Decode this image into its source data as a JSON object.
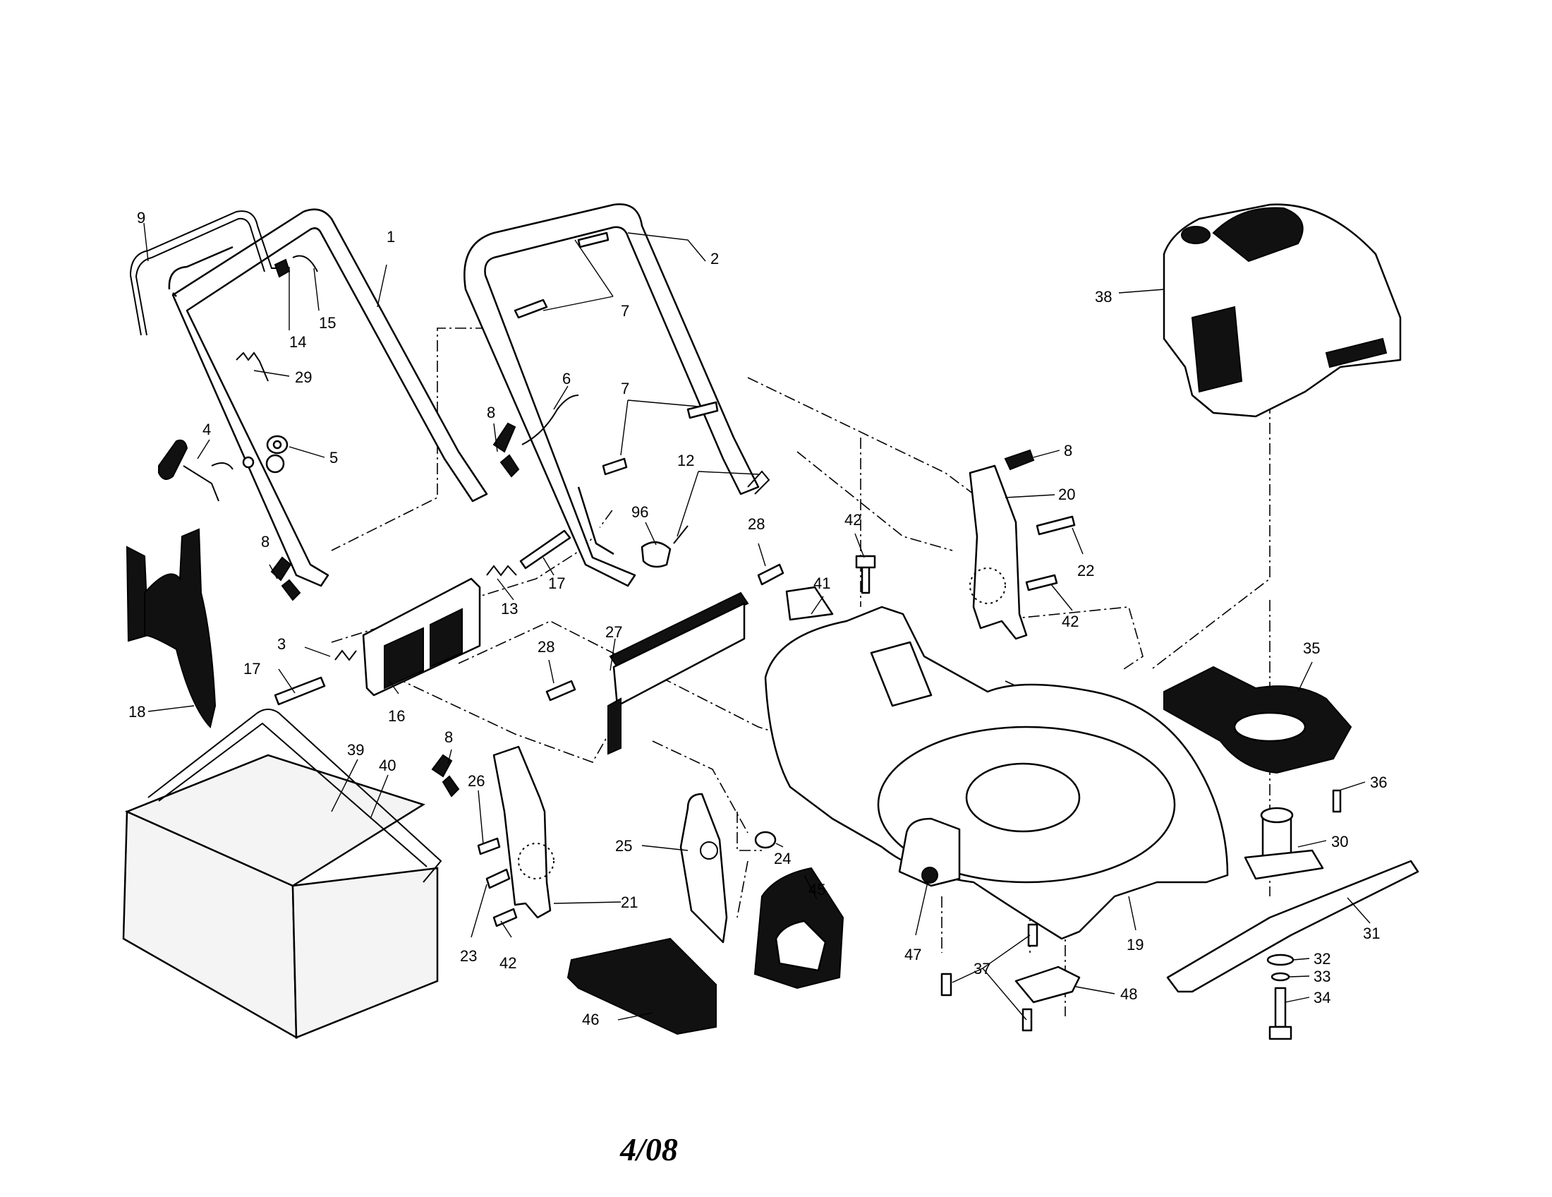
{
  "diagram": {
    "footer_date": "4/08",
    "callouts": [
      "9",
      "1",
      "14",
      "15",
      "2",
      "7",
      "29",
      "6",
      "7",
      "8",
      "4",
      "5",
      "12",
      "96",
      "38",
      "8",
      "20",
      "28",
      "42",
      "22",
      "8",
      "17",
      "13",
      "41",
      "42",
      "3",
      "17",
      "27",
      "28",
      "18",
      "16",
      "35",
      "36",
      "39",
      "40",
      "8",
      "26",
      "24",
      "25",
      "30",
      "21",
      "45",
      "31",
      "23",
      "42",
      "47",
      "19",
      "37",
      "32",
      "48",
      "33",
      "46",
      "34"
    ]
  }
}
